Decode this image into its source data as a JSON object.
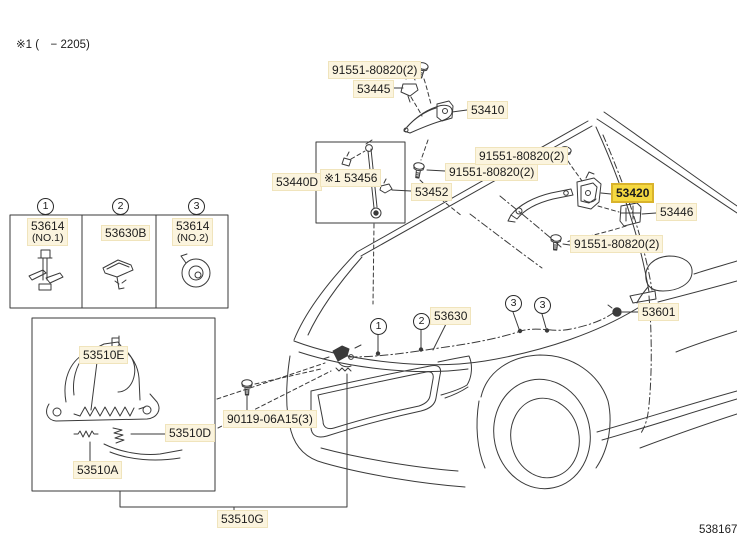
{
  "colors": {
    "line": "#3A3A3A",
    "label_bg": "#FBF4DE",
    "label_border": "#F0E4BC",
    "highlight_bg": "#F5D840",
    "highlight_border": "#D9B32C",
    "text": "#1C1C1C"
  },
  "diagram": {
    "note": "※1 (　− 2205)",
    "figure_code": "538167",
    "parts": {
      "bolt_hinge_upper": "91551-80820(2)",
      "bolt_hinge_lower": "91551-80820(2)",
      "bolt_latch_upper": "91551-80820(2)",
      "bolt_latch_lower": "91551-80820(2)",
      "hinge_clip": "53445",
      "hood_hinge": "53410",
      "support_rod_assy": "53440D",
      "support_rod": "※1 53456",
      "rod_clip": "53452",
      "hood_latch": "53420",
      "striker": "53446",
      "cable_grommet": "53601",
      "release_cable": "53630",
      "lock_bolt": "90119-06A15(3)",
      "lock_assy": "53510G",
      "lock_spring_e": "53510E",
      "lock_spring_d": "53510D",
      "lock_spring_a": "53510A"
    },
    "callouts": {
      "one": "1",
      "two": "2",
      "three": "3"
    },
    "legend": {
      "items": [
        {
          "num": "1",
          "part": "53614",
          "note": "(NO.1)"
        },
        {
          "num": "2",
          "part": "53630B",
          "note": ""
        },
        {
          "num": "3",
          "part": "53614",
          "note": "(NO.2)"
        }
      ]
    }
  }
}
